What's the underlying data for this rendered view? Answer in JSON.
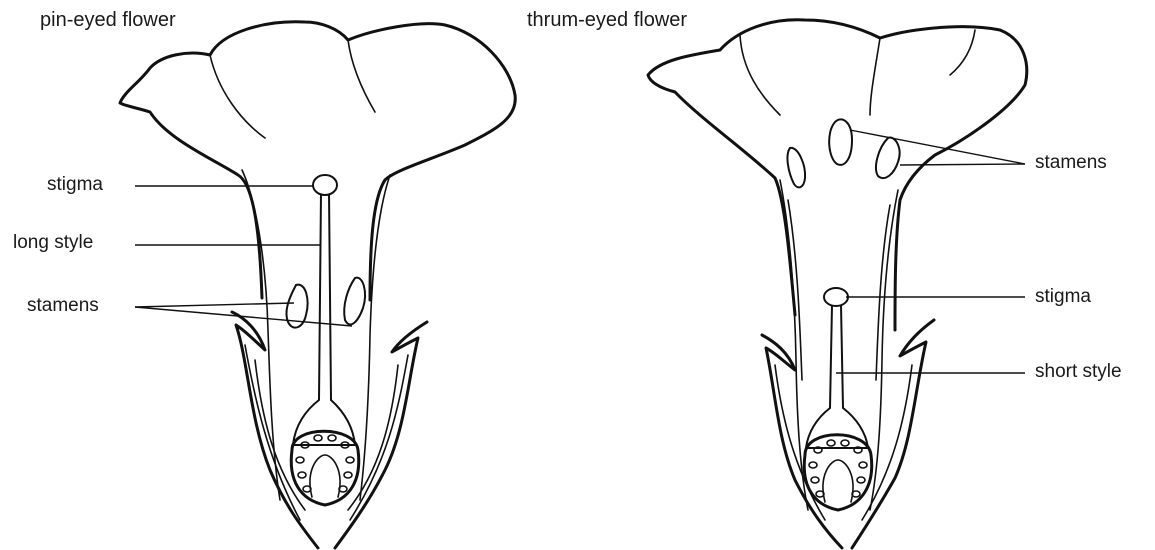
{
  "left_flower": {
    "title": "pin-eyed flower",
    "labels": {
      "stigma": "stigma",
      "style": "long style",
      "stamens": "stamens"
    }
  },
  "right_flower": {
    "title": "thrum-eyed flower",
    "labels": {
      "stamens": "stamens",
      "stigma": "stigma",
      "style": "short style"
    }
  }
}
